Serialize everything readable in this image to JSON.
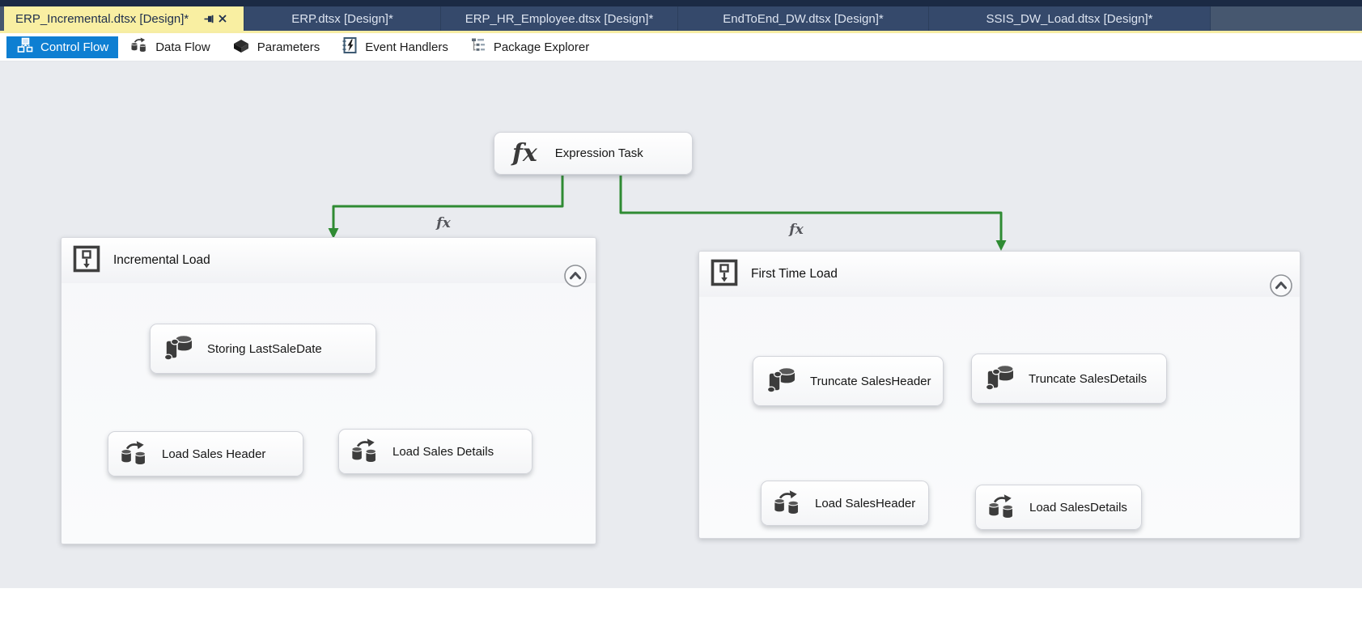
{
  "tabs": [
    {
      "label": "ERP_Incremental.dtsx [Design]*",
      "active": true
    },
    {
      "label": "ERP.dtsx [Design]*",
      "active": false
    },
    {
      "label": "ERP_HR_Employee.dtsx [Design]*",
      "active": false
    },
    {
      "label": "EndToEnd_DW.dtsx [Design]*",
      "active": false
    },
    {
      "label": "SSIS_DW_Load.dtsx [Design]*",
      "active": false
    }
  ],
  "toolbar": {
    "items": [
      {
        "label": "Control Flow",
        "icon": "control-flow-icon",
        "selected": true
      },
      {
        "label": "Data Flow",
        "icon": "data-flow-icon",
        "selected": false
      },
      {
        "label": "Parameters",
        "icon": "parameters-icon",
        "selected": false
      },
      {
        "label": "Event Handlers",
        "icon": "event-handlers-icon",
        "selected": false
      },
      {
        "label": "Package Explorer",
        "icon": "package-explorer-icon",
        "selected": false
      }
    ]
  },
  "canvas": {
    "expression_task": {
      "label": "Expression Task",
      "icon_text": "fx"
    },
    "connectors": {
      "left_label": "fx",
      "right_label": "fx"
    },
    "containers": [
      {
        "title": "Incremental Load",
        "tasks": [
          {
            "label": "Storing LastSaleDate",
            "type": "execute-sql-task"
          },
          {
            "label": "Load Sales Header",
            "type": "data-flow-task"
          },
          {
            "label": "Load Sales Details",
            "type": "data-flow-task"
          }
        ]
      },
      {
        "title": "First Time Load",
        "tasks": [
          {
            "label": "Truncate SalesHeader",
            "type": "execute-sql-task"
          },
          {
            "label": "Truncate SalesDetails",
            "type": "execute-sql-task"
          },
          {
            "label": "Load SalesHeader",
            "type": "data-flow-task"
          },
          {
            "label": "Load SalesDetails",
            "type": "data-flow-task"
          }
        ]
      }
    ]
  },
  "colors": {
    "top_strip": "#1b2a44",
    "tab_bar": "#46576f",
    "inactive_tab": "#35496b",
    "active_tab": "#f9efa2",
    "selected_blue": "#0e7fd2",
    "precedence_green": "#2f8b33",
    "canvas_bg": "#e9ebef"
  }
}
